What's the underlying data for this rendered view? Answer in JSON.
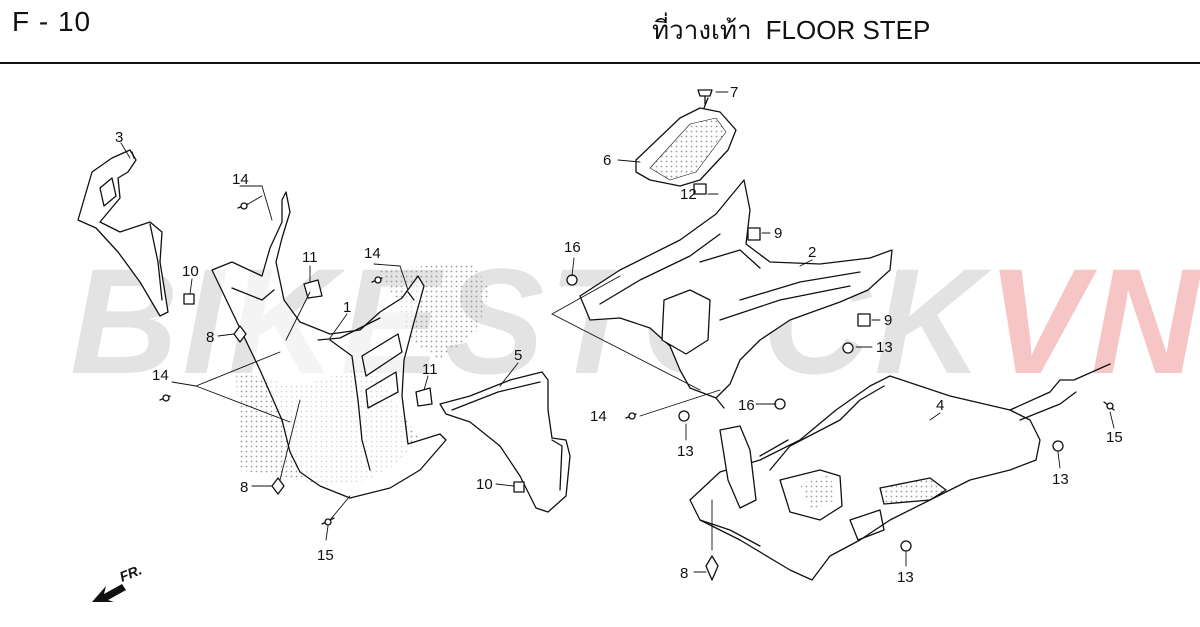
{
  "header": {
    "code": "F - 10",
    "title_th": "ที่วางเท้า",
    "title_en": "FLOOR STEP"
  },
  "watermark": {
    "part1": "BIKESTOCK",
    "part2": "VN"
  },
  "direction_label": "FR.",
  "callouts": {
    "c1": "1",
    "c2": "2",
    "c3": "3",
    "c4": "4",
    "c5": "5",
    "c6": "6",
    "c7": "7",
    "c8a": "8",
    "c8b": "8",
    "c8c": "8",
    "c9a": "9",
    "c9b": "9",
    "c10a": "10",
    "c10b": "10",
    "c11a": "11",
    "c11b": "11",
    "c12": "12",
    "c13a": "13",
    "c13b": "13",
    "c13c": "13",
    "c13d": "13",
    "c14a": "14",
    "c14b": "14",
    "c14c": "14",
    "c14d": "14",
    "c15a": "15",
    "c15b": "15",
    "c16a": "16",
    "c16b": "16"
  }
}
